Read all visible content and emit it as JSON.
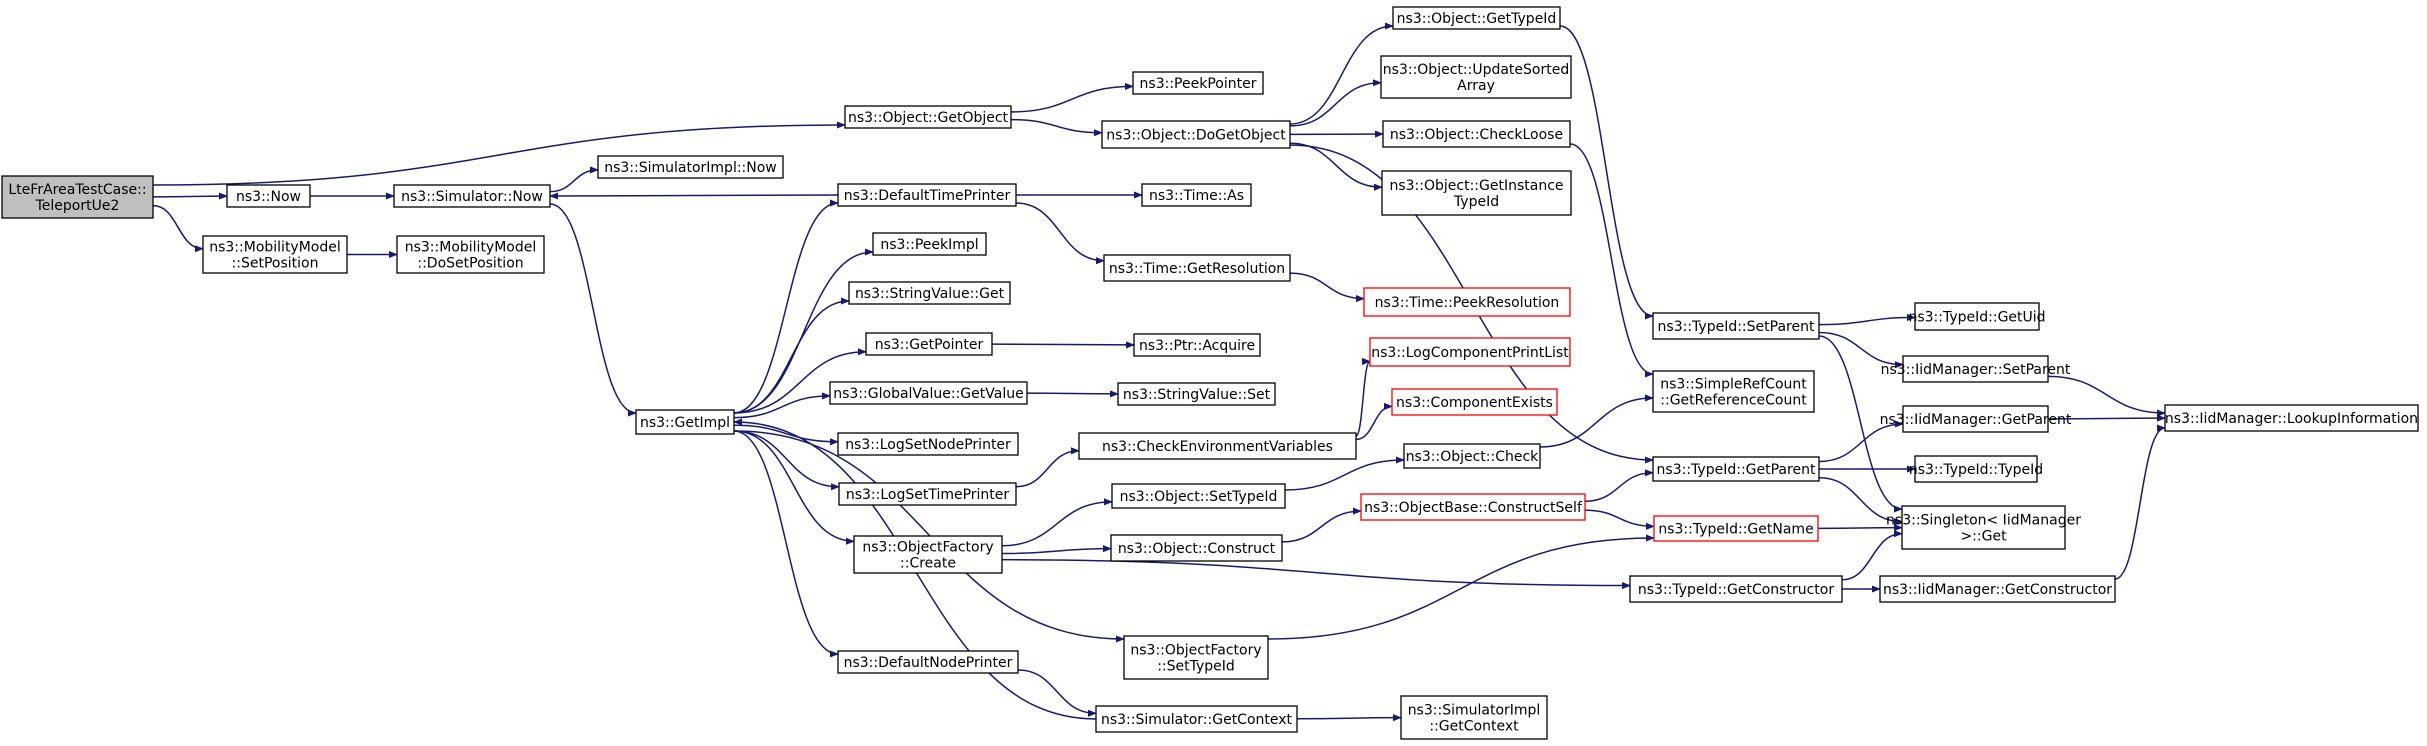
{
  "title": "",
  "colors": {
    "edge": "#191970",
    "root_fill": "#bfbfbf",
    "node_fill": "#ffffff",
    "border": "#000000",
    "truncated_border": "#ff0000"
  },
  "nodes": [
    {
      "id": "root",
      "lines": [
        "LteFrAreaTestCase::",
        "TeleportUe2"
      ]
    },
    {
      "id": "getobject",
      "lines": [
        "ns3::Object::GetObject"
      ]
    },
    {
      "id": "now",
      "lines": [
        "ns3::Now"
      ]
    },
    {
      "id": "mm_setpos",
      "lines": [
        "ns3::MobilityModel",
        "::SetPosition"
      ]
    },
    {
      "id": "mm_dosetpos",
      "lines": [
        "ns3::MobilityModel",
        "::DoSetPosition"
      ]
    },
    {
      "id": "sim_now",
      "lines": [
        "ns3::Simulator::Now"
      ]
    },
    {
      "id": "simimpl_now",
      "lines": [
        "ns3::SimulatorImpl::Now"
      ]
    },
    {
      "id": "getimpl",
      "lines": [
        "ns3::GetImpl"
      ]
    },
    {
      "id": "peekpointer",
      "lines": [
        "ns3::PeekPointer"
      ]
    },
    {
      "id": "dogetobject",
      "lines": [
        "ns3::Object::DoGetObject"
      ]
    },
    {
      "id": "deftimeprinter",
      "lines": [
        "ns3::DefaultTimePrinter"
      ]
    },
    {
      "id": "peekimpl",
      "lines": [
        "ns3::PeekImpl"
      ]
    },
    {
      "id": "strval_get",
      "lines": [
        "ns3::StringValue::Get"
      ]
    },
    {
      "id": "getpointer",
      "lines": [
        "ns3::GetPointer"
      ]
    },
    {
      "id": "gv_getvalue",
      "lines": [
        "ns3::GlobalValue::GetValue"
      ]
    },
    {
      "id": "lognodeprinter",
      "lines": [
        "ns3::LogSetNodePrinter"
      ]
    },
    {
      "id": "logtimeprinter",
      "lines": [
        "ns3::LogSetTimePrinter"
      ]
    },
    {
      "id": "of_create",
      "lines": [
        "ns3::ObjectFactory",
        "::Create"
      ]
    },
    {
      "id": "defnodeprinter",
      "lines": [
        "ns3::DefaultNodePrinter"
      ]
    },
    {
      "id": "time_as",
      "lines": [
        "ns3::Time::As"
      ]
    },
    {
      "id": "time_getres",
      "lines": [
        "ns3::Time::GetResolution"
      ]
    },
    {
      "id": "ptr_acquire",
      "lines": [
        "ns3::Ptr::Acquire"
      ]
    },
    {
      "id": "strval_set",
      "lines": [
        "ns3::StringValue::Set"
      ]
    },
    {
      "id": "checkenv",
      "lines": [
        "ns3::CheckEnvironmentVariables"
      ]
    },
    {
      "id": "obj_settypeid",
      "lines": [
        "ns3::Object::SetTypeId"
      ]
    },
    {
      "id": "obj_construct",
      "lines": [
        "ns3::Object::Construct"
      ]
    },
    {
      "id": "of_settypeid",
      "lines": [
        "ns3::ObjectFactory",
        "::SetTypeId"
      ]
    },
    {
      "id": "sim_getcontext",
      "lines": [
        "ns3::Simulator::GetContext"
      ]
    },
    {
      "id": "obj_gettypeid",
      "lines": [
        "ns3::Object::GetTypeId"
      ]
    },
    {
      "id": "obj_updatesorted",
      "lines": [
        "ns3::Object::UpdateSorted",
        "Array"
      ]
    },
    {
      "id": "obj_checkloose",
      "lines": [
        "ns3::Object::CheckLoose"
      ]
    },
    {
      "id": "obj_getinstance",
      "lines": [
        "ns3::Object::GetInstance",
        "TypeId"
      ]
    },
    {
      "id": "time_peekres",
      "lines": [
        "ns3::Time::PeekResolution"
      ],
      "red": true
    },
    {
      "id": "logcomplist",
      "lines": [
        "ns3::LogComponentPrintList"
      ],
      "red": true
    },
    {
      "id": "compexists",
      "lines": [
        "ns3::ComponentExists"
      ],
      "red": true
    },
    {
      "id": "obj_check",
      "lines": [
        "ns3::Object::Check"
      ]
    },
    {
      "id": "ob_constructself",
      "lines": [
        "ns3::ObjectBase::ConstructSelf"
      ],
      "red": true
    },
    {
      "id": "simimpl_getcontext",
      "lines": [
        "ns3::SimulatorImpl",
        "::GetContext"
      ]
    },
    {
      "id": "tid_setparent",
      "lines": [
        "ns3::TypeId::SetParent"
      ]
    },
    {
      "id": "simplerefcount",
      "lines": [
        "ns3::SimpleRefCount",
        "::GetReferenceCount"
      ]
    },
    {
      "id": "tid_getparent",
      "lines": [
        "ns3::TypeId::GetParent"
      ]
    },
    {
      "id": "tid_getname",
      "lines": [
        "ns3::TypeId::GetName"
      ],
      "red": true
    },
    {
      "id": "tid_getconstructor",
      "lines": [
        "ns3::TypeId::GetConstructor"
      ]
    },
    {
      "id": "tid_getuid",
      "lines": [
        "ns3::TypeId::GetUid"
      ]
    },
    {
      "id": "iid_setparent",
      "lines": [
        "ns3::IidManager::SetParent"
      ]
    },
    {
      "id": "iid_getparent",
      "lines": [
        "ns3::IidManager::GetParent"
      ]
    },
    {
      "id": "tid_typeid",
      "lines": [
        "ns3::TypeId::TypeId"
      ]
    },
    {
      "id": "singleton_get",
      "lines": [
        "ns3::Singleton< IidManager",
        "  >::Get"
      ]
    },
    {
      "id": "iid_getconstructor",
      "lines": [
        "ns3::IidManager::GetConstructor"
      ]
    },
    {
      "id": "iid_lookup",
      "lines": [
        "ns3::IidManager::LookupInformation"
      ]
    }
  ],
  "edges": [
    [
      "root",
      "getobject"
    ],
    [
      "root",
      "now"
    ],
    [
      "root",
      "mm_setpos"
    ],
    [
      "getobject",
      "peekpointer"
    ],
    [
      "getobject",
      "dogetobject"
    ],
    [
      "now",
      "sim_now"
    ],
    [
      "mm_setpos",
      "mm_dosetpos"
    ],
    [
      "sim_now",
      "simimpl_now"
    ],
    [
      "sim_now",
      "getimpl"
    ],
    [
      "getimpl",
      "deftimeprinter"
    ],
    [
      "getimpl",
      "peekimpl"
    ],
    [
      "getimpl",
      "strval_get"
    ],
    [
      "getimpl",
      "getpointer"
    ],
    [
      "getimpl",
      "gv_getvalue"
    ],
    [
      "getimpl",
      "lognodeprinter"
    ],
    [
      "getimpl",
      "logtimeprinter"
    ],
    [
      "getimpl",
      "of_create"
    ],
    [
      "getimpl",
      "defnodeprinter"
    ],
    [
      "getimpl",
      "of_settypeid"
    ],
    [
      "deftimeprinter",
      "sim_now"
    ],
    [
      "deftimeprinter",
      "time_as"
    ],
    [
      "deftimeprinter",
      "time_getres"
    ],
    [
      "time_getres",
      "time_peekres"
    ],
    [
      "getpointer",
      "ptr_acquire"
    ],
    [
      "gv_getvalue",
      "strval_set"
    ],
    [
      "logtimeprinter",
      "checkenv"
    ],
    [
      "checkenv",
      "logcomplist"
    ],
    [
      "checkenv",
      "compexists"
    ],
    [
      "of_create",
      "obj_settypeid"
    ],
    [
      "of_create",
      "obj_construct"
    ],
    [
      "of_create",
      "tid_getconstructor"
    ],
    [
      "obj_settypeid",
      "obj_check"
    ],
    [
      "obj_construct",
      "ob_constructself"
    ],
    [
      "of_settypeid",
      "tid_getname"
    ],
    [
      "defnodeprinter",
      "sim_getcontext"
    ],
    [
      "sim_getcontext",
      "simimpl_getcontext"
    ],
    [
      "sim_getcontext",
      "getimpl"
    ],
    [
      "dogetobject",
      "obj_gettypeid"
    ],
    [
      "dogetobject",
      "obj_updatesorted"
    ],
    [
      "dogetobject",
      "obj_checkloose"
    ],
    [
      "dogetobject",
      "obj_getinstance"
    ],
    [
      "dogetobject",
      "tid_getparent"
    ],
    [
      "obj_gettypeid",
      "tid_setparent"
    ],
    [
      "obj_checkloose",
      "simplerefcount"
    ],
    [
      "obj_check",
      "simplerefcount"
    ],
    [
      "ob_constructself",
      "tid_getparent"
    ],
    [
      "ob_constructself",
      "tid_getname"
    ],
    [
      "tid_setparent",
      "tid_getuid"
    ],
    [
      "tid_setparent",
      "iid_setparent"
    ],
    [
      "tid_setparent",
      "singleton_get"
    ],
    [
      "tid_getparent",
      "iid_getparent"
    ],
    [
      "tid_getparent",
      "tid_typeid"
    ],
    [
      "tid_getparent",
      "singleton_get"
    ],
    [
      "tid_getname",
      "singleton_get"
    ],
    [
      "tid_getconstructor",
      "singleton_get"
    ],
    [
      "tid_getconstructor",
      "iid_getconstructor"
    ],
    [
      "iid_setparent",
      "iid_lookup"
    ],
    [
      "iid_getparent",
      "iid_lookup"
    ],
    [
      "iid_getconstructor",
      "iid_lookup"
    ]
  ]
}
